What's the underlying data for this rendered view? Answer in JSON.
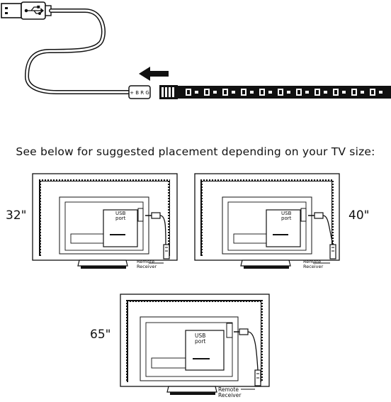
{
  "caption": "See below for suggested placement depending on your TV size:",
  "labels": {
    "usb": "USB",
    "port": "port",
    "remote": "Remote",
    "receiver": "Receiver"
  },
  "tvs": [
    {
      "size_label": "32\""
    },
    {
      "size_label": "40\""
    },
    {
      "size_label": "65\""
    }
  ],
  "icons": [
    "usb-icon",
    "arrow-left-icon"
  ]
}
